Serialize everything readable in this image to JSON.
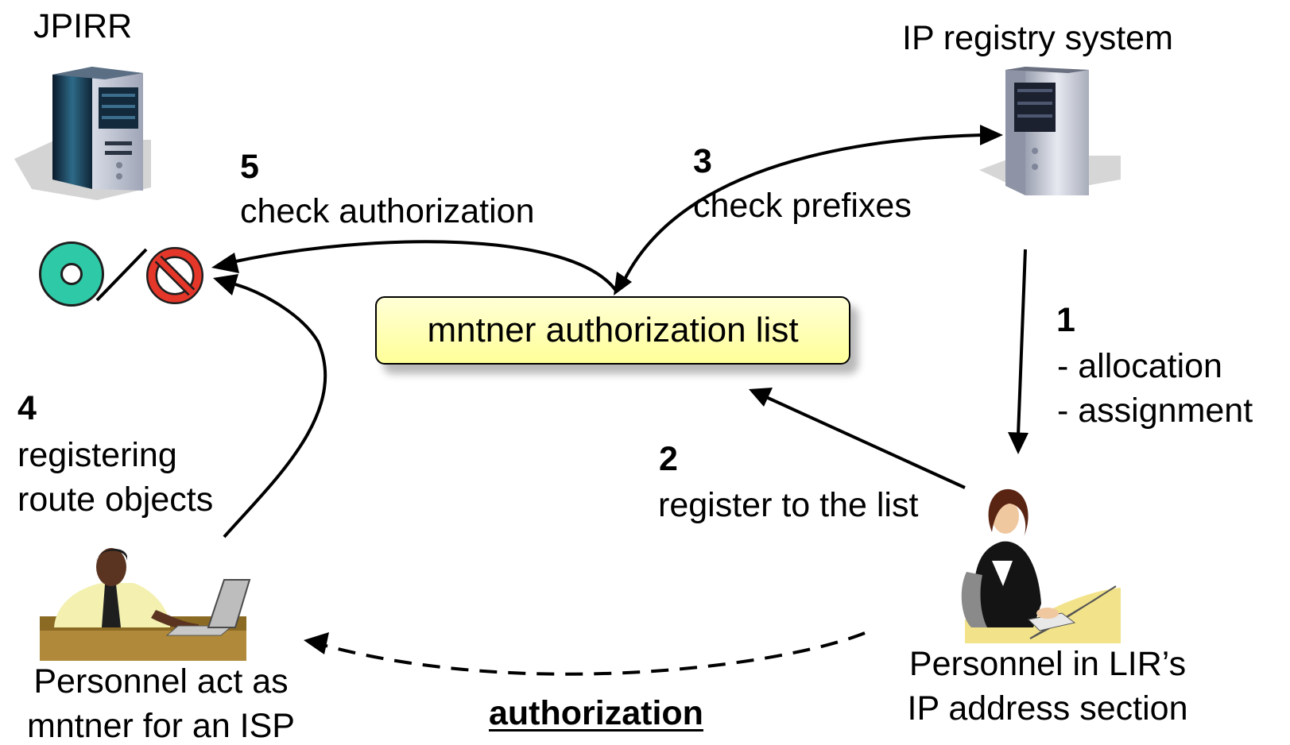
{
  "nodes": {
    "jpirr": {
      "label": "JPIRR"
    },
    "registry": {
      "label": "IP registry system"
    },
    "list_box": {
      "label": "mntner authorization list"
    },
    "isp_person": {
      "label_line1": "Personnel act as",
      "label_line2": "mntner for an ISP"
    },
    "lir_person": {
      "label_line1": "Personnel in LIR’s",
      "label_line2": "IP address section"
    }
  },
  "steps": [
    {
      "number": "1",
      "lines": [
        " - allocation",
        " - assignment"
      ]
    },
    {
      "number": "2",
      "lines": [
        "register to the list"
      ]
    },
    {
      "number": "3",
      "lines": [
        "check prefixes"
      ]
    },
    {
      "number": "4",
      "lines": [
        "registering",
        "route objects"
      ]
    },
    {
      "number": "5",
      "lines": [
        "check authorization"
      ]
    }
  ],
  "edge_labels": {
    "authorization": "authorization"
  },
  "colors": {
    "ok_ring": "#2ec9a6",
    "deny_sign": "#e4372a",
    "list_fill": "#ffffb0"
  },
  "icons": {
    "jpirr_server": "server-tower-icon",
    "registry_server": "server-tower-icon",
    "ok": "ok-circle-icon",
    "deny": "prohibited-icon",
    "isp_person": "man-at-laptop-icon",
    "lir_person": "woman-at-laptop-icon"
  }
}
